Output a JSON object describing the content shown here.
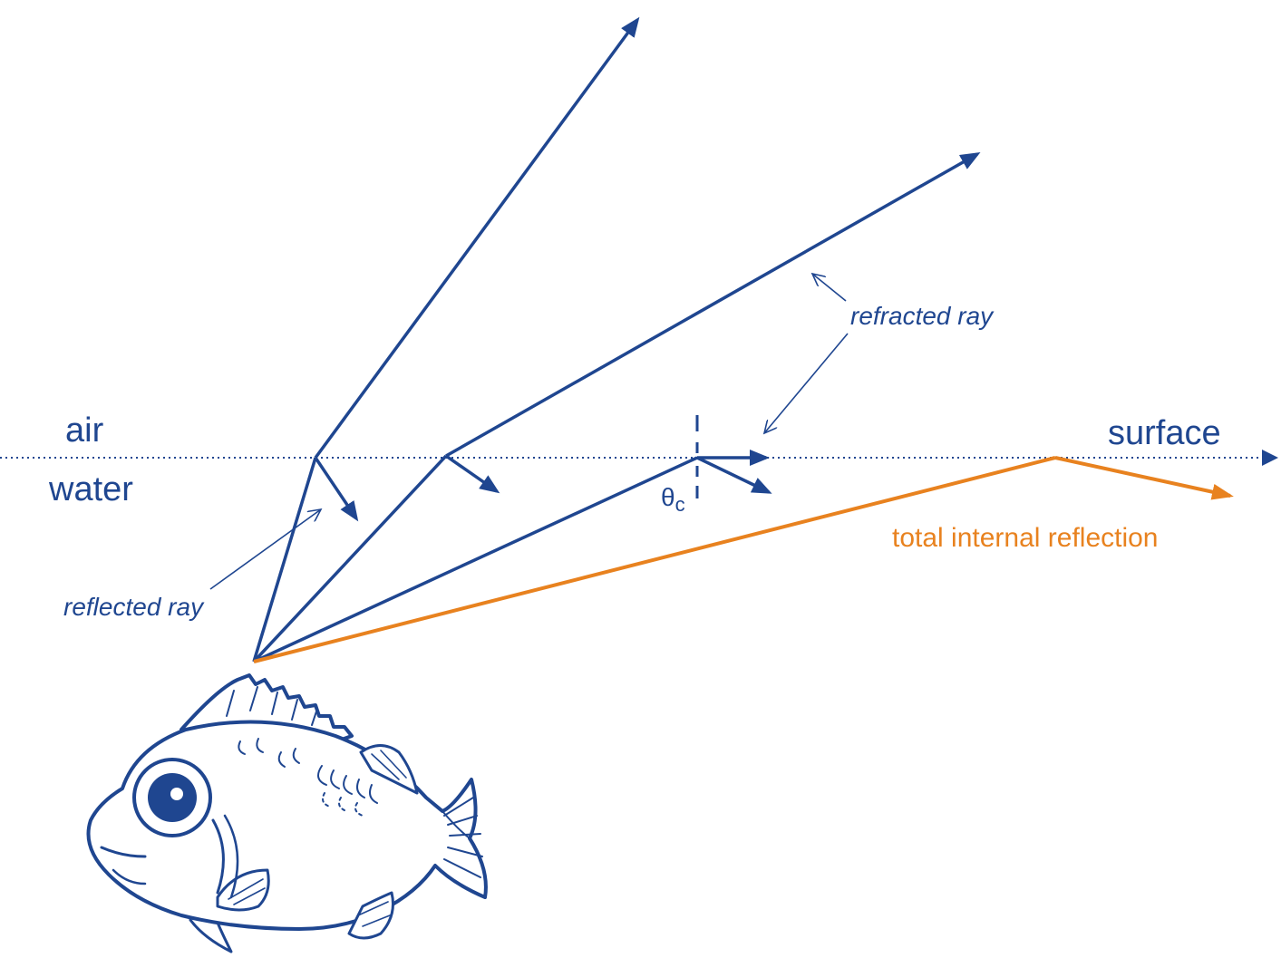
{
  "colors": {
    "ray": "#1f4690",
    "tir": "#e8821f",
    "surface_line": "#1f4690",
    "background": "#ffffff"
  },
  "labels": {
    "air": "air",
    "water": "water",
    "surface": "surface",
    "refracted_ray": "refracted ray",
    "reflected_ray": "reflected ray",
    "total_internal_reflection": "total internal reflection",
    "critical_angle_symbol": "θ",
    "critical_angle_subscript": "c"
  },
  "icons": {
    "fish": "fish-icon"
  }
}
